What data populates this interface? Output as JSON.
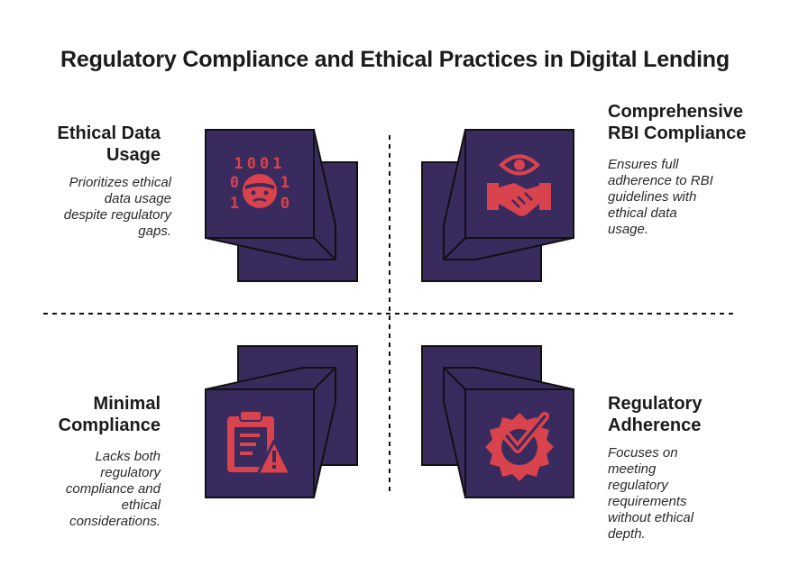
{
  "title": "Regulatory Compliance and Ethical Practices in Digital Lending",
  "quadrants": {
    "top_left": {
      "heading": "Ethical Data\nUsage",
      "description": "Prioritizes ethical\ndata usage\ndespite regulatory\ngaps.",
      "icon": "binary-face-icon"
    },
    "top_right": {
      "heading": "Comprehensive\nRBI Compliance",
      "description": "Ensures full\nadherence to RBI\nguidelines with\nethical data\nusage.",
      "icon": "eye-handshake-icon"
    },
    "bottom_left": {
      "heading": "Minimal\nCompliance",
      "description": "Lacks both\nregulatory\ncompliance and\nethical\nconsiderations.",
      "icon": "clipboard-warning-icon"
    },
    "bottom_right": {
      "heading": "Regulatory\nAdherence",
      "description": "Focuses on\nmeeting\nregulatory\nrequirements\nwithout ethical\ndepth.",
      "icon": "badge-check-icon"
    }
  },
  "icon_glyphs": {
    "binary_row1": "1001",
    "binary_left": "0",
    "binary_right": "1",
    "binary_row3_left": "1",
    "binary_row3_right": "0"
  },
  "colors": {
    "box_fill": "#3a2b5e",
    "box_stroke": "#111111",
    "icon": "#d9434d",
    "text": "#1b1b1b"
  }
}
